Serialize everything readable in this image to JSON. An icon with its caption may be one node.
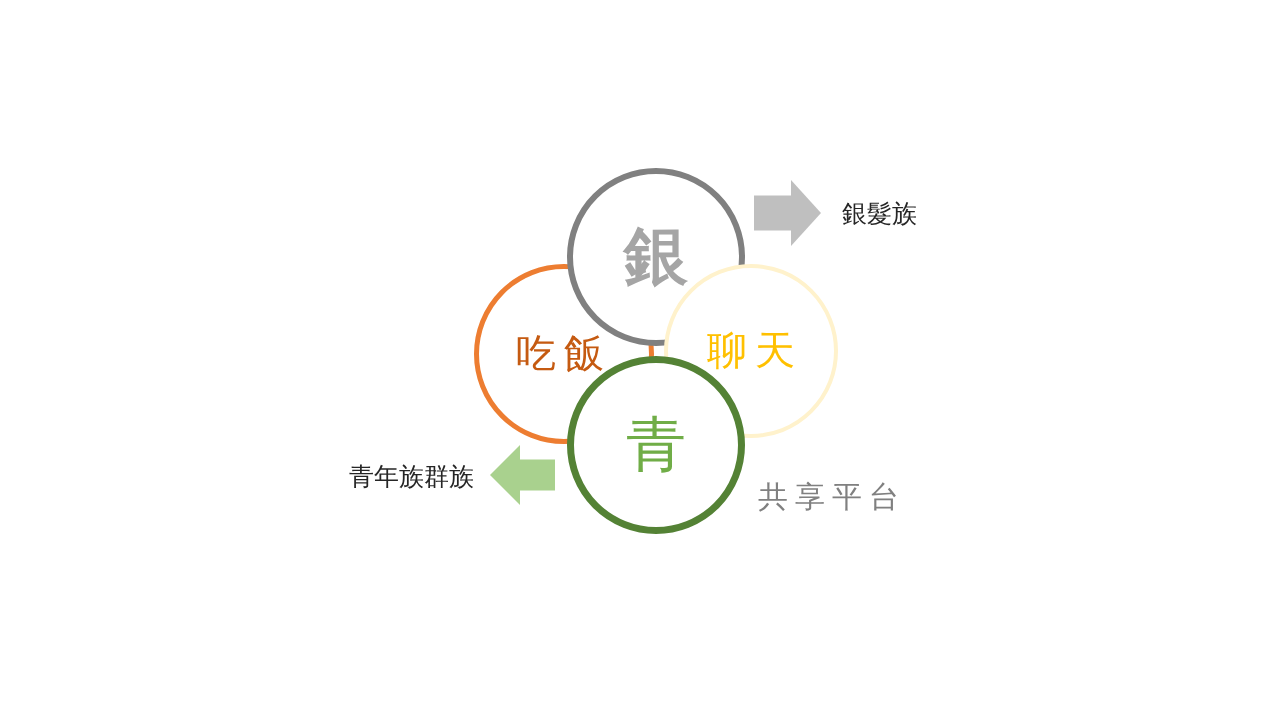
{
  "diagram": {
    "nodes": [
      {
        "text": [
          "銀"
        ]
      },
      {
        "text": [
          "吃飯"
        ]
      },
      {
        "text": [
          "聊天"
        ]
      },
      {
        "text": [
          "青"
        ]
      },
      {
        "text": [
          "銀髮族"
        ]
      },
      {
        "text": [
          "青年族群族"
        ]
      }
    ],
    "edges": [
      {
        "from": 0,
        "to": 4,
        "arrow": "to",
        "color": "#bfbfbf"
      },
      {
        "from": 3,
        "to": 5,
        "arrow": "to",
        "color": "#a9d18e"
      }
    ],
    "labels": [
      "共享平台"
    ]
  }
}
